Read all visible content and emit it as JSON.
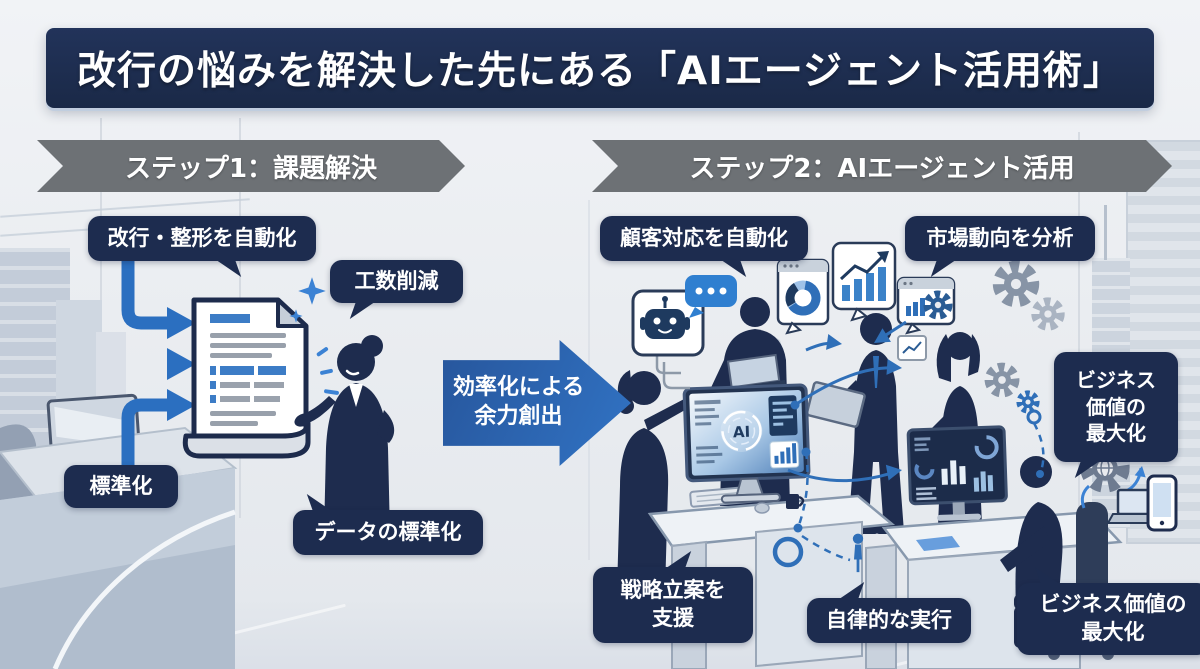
{
  "colors": {
    "navy": "#1d2c4f",
    "banner_gray": "#6d7175",
    "blue": "#2e6fbe",
    "accent_blue": "#3b82d4",
    "silhouette": "#1e2c4e",
    "background": "#e9ebef"
  },
  "title": "改行の悩みを解決した先にある「AIエージェント活用術」",
  "banners": {
    "step1": "ステップ1：課題解決",
    "step2": "ステップ2：AIエージェント活用"
  },
  "step1": {
    "auto_format": "改行・整形を自動化",
    "workload": "工数削減",
    "standardize": "標準化",
    "data_standardize": "データの標準化"
  },
  "transition": {
    "line1": "効率化による",
    "line2": "余力創出"
  },
  "step2": {
    "customer": "顧客対応を自動化",
    "market": "市場動向を分析",
    "bizvalue_side": {
      "line1": "ビジネス",
      "line2": "価値の",
      "line3": "最大化"
    },
    "strategy": {
      "line1": "戦略立案を",
      "line2": "支援"
    },
    "autonomous": "自律的な実行",
    "bizvalue_bottom": {
      "line1": "ビジネス価値の",
      "line2": "最大化"
    }
  },
  "screen": {
    "ai_label": "AI"
  },
  "icons": [
    "document-icon",
    "format-arrows-icon",
    "sparkle-icon",
    "robot-chat-icon",
    "chat-bubble-icon",
    "pie-chart-window-icon",
    "line-chart-window-icon",
    "gear-window-icon",
    "mini-chart-icon",
    "gears-icon",
    "gear-globe-icon",
    "mobile-devices-icon",
    "ai-monitor-icon",
    "dashboard-monitor-icon",
    "walking-figure-icon",
    "keyboard-icon",
    "mouse-icon",
    "cup-icon"
  ]
}
